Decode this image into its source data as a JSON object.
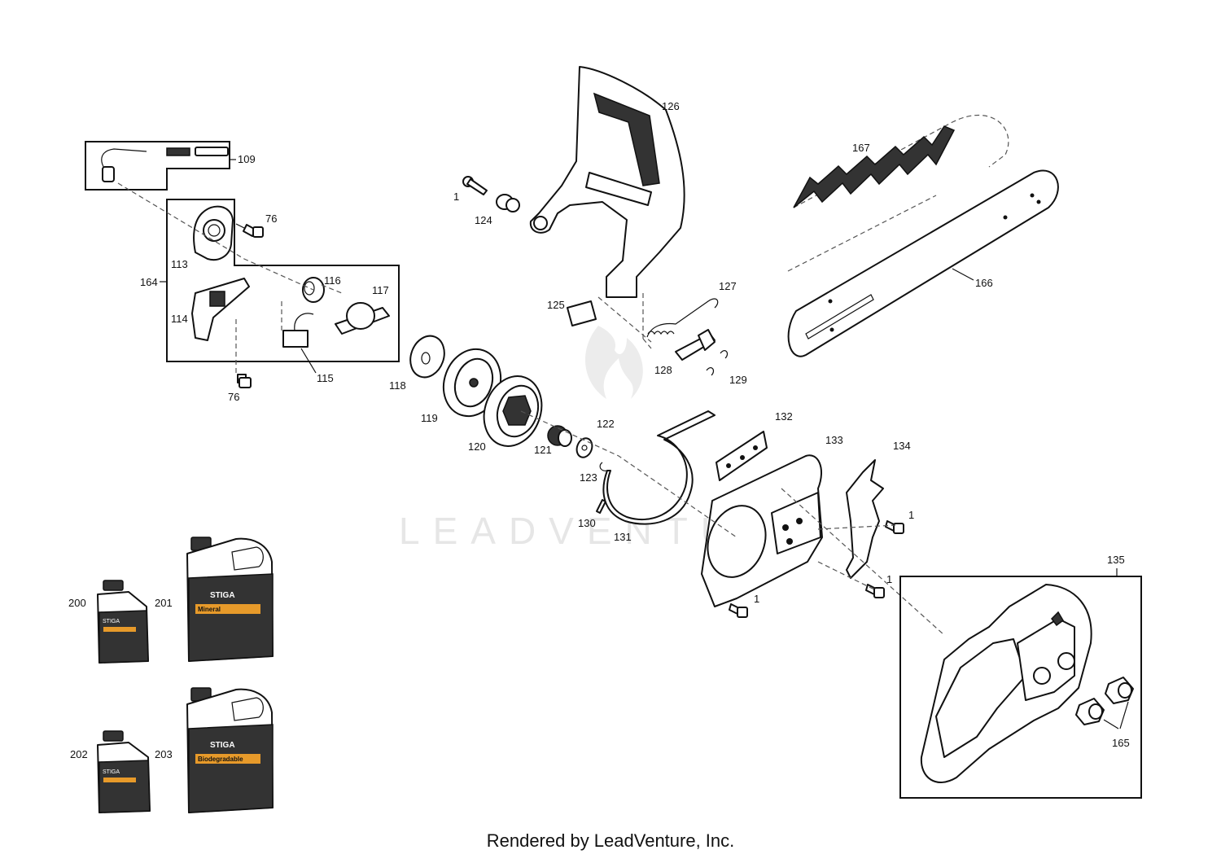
{
  "watermark": "LEADVENTURE",
  "footer": "Rendered by LeadVenture, Inc.",
  "labels": {
    "l109": "109",
    "l76a": "76",
    "l76b": "76",
    "l113": "113",
    "l164": "164",
    "l114": "114",
    "l116": "116",
    "l117": "117",
    "l115": "115",
    "l1a": "1",
    "l124": "124",
    "l126": "126",
    "l125": "125",
    "l127": "127",
    "l128": "128",
    "l129": "129",
    "l167": "167",
    "l166": "166",
    "l118": "118",
    "l119": "119",
    "l120": "120",
    "l121": "121",
    "l122": "122",
    "l123": "123",
    "l130": "130",
    "l131": "131",
    "l132": "132",
    "l133": "133",
    "l134": "134",
    "l1b": "1",
    "l1c": "1",
    "l1d": "1",
    "l135": "135",
    "l165": "165",
    "l200": "200",
    "l201": "201",
    "l202": "202",
    "l203": "203"
  },
  "bottles": {
    "brand": "STIGA",
    "b201_text": "Mineral",
    "b203_text": "Biodegradable"
  }
}
